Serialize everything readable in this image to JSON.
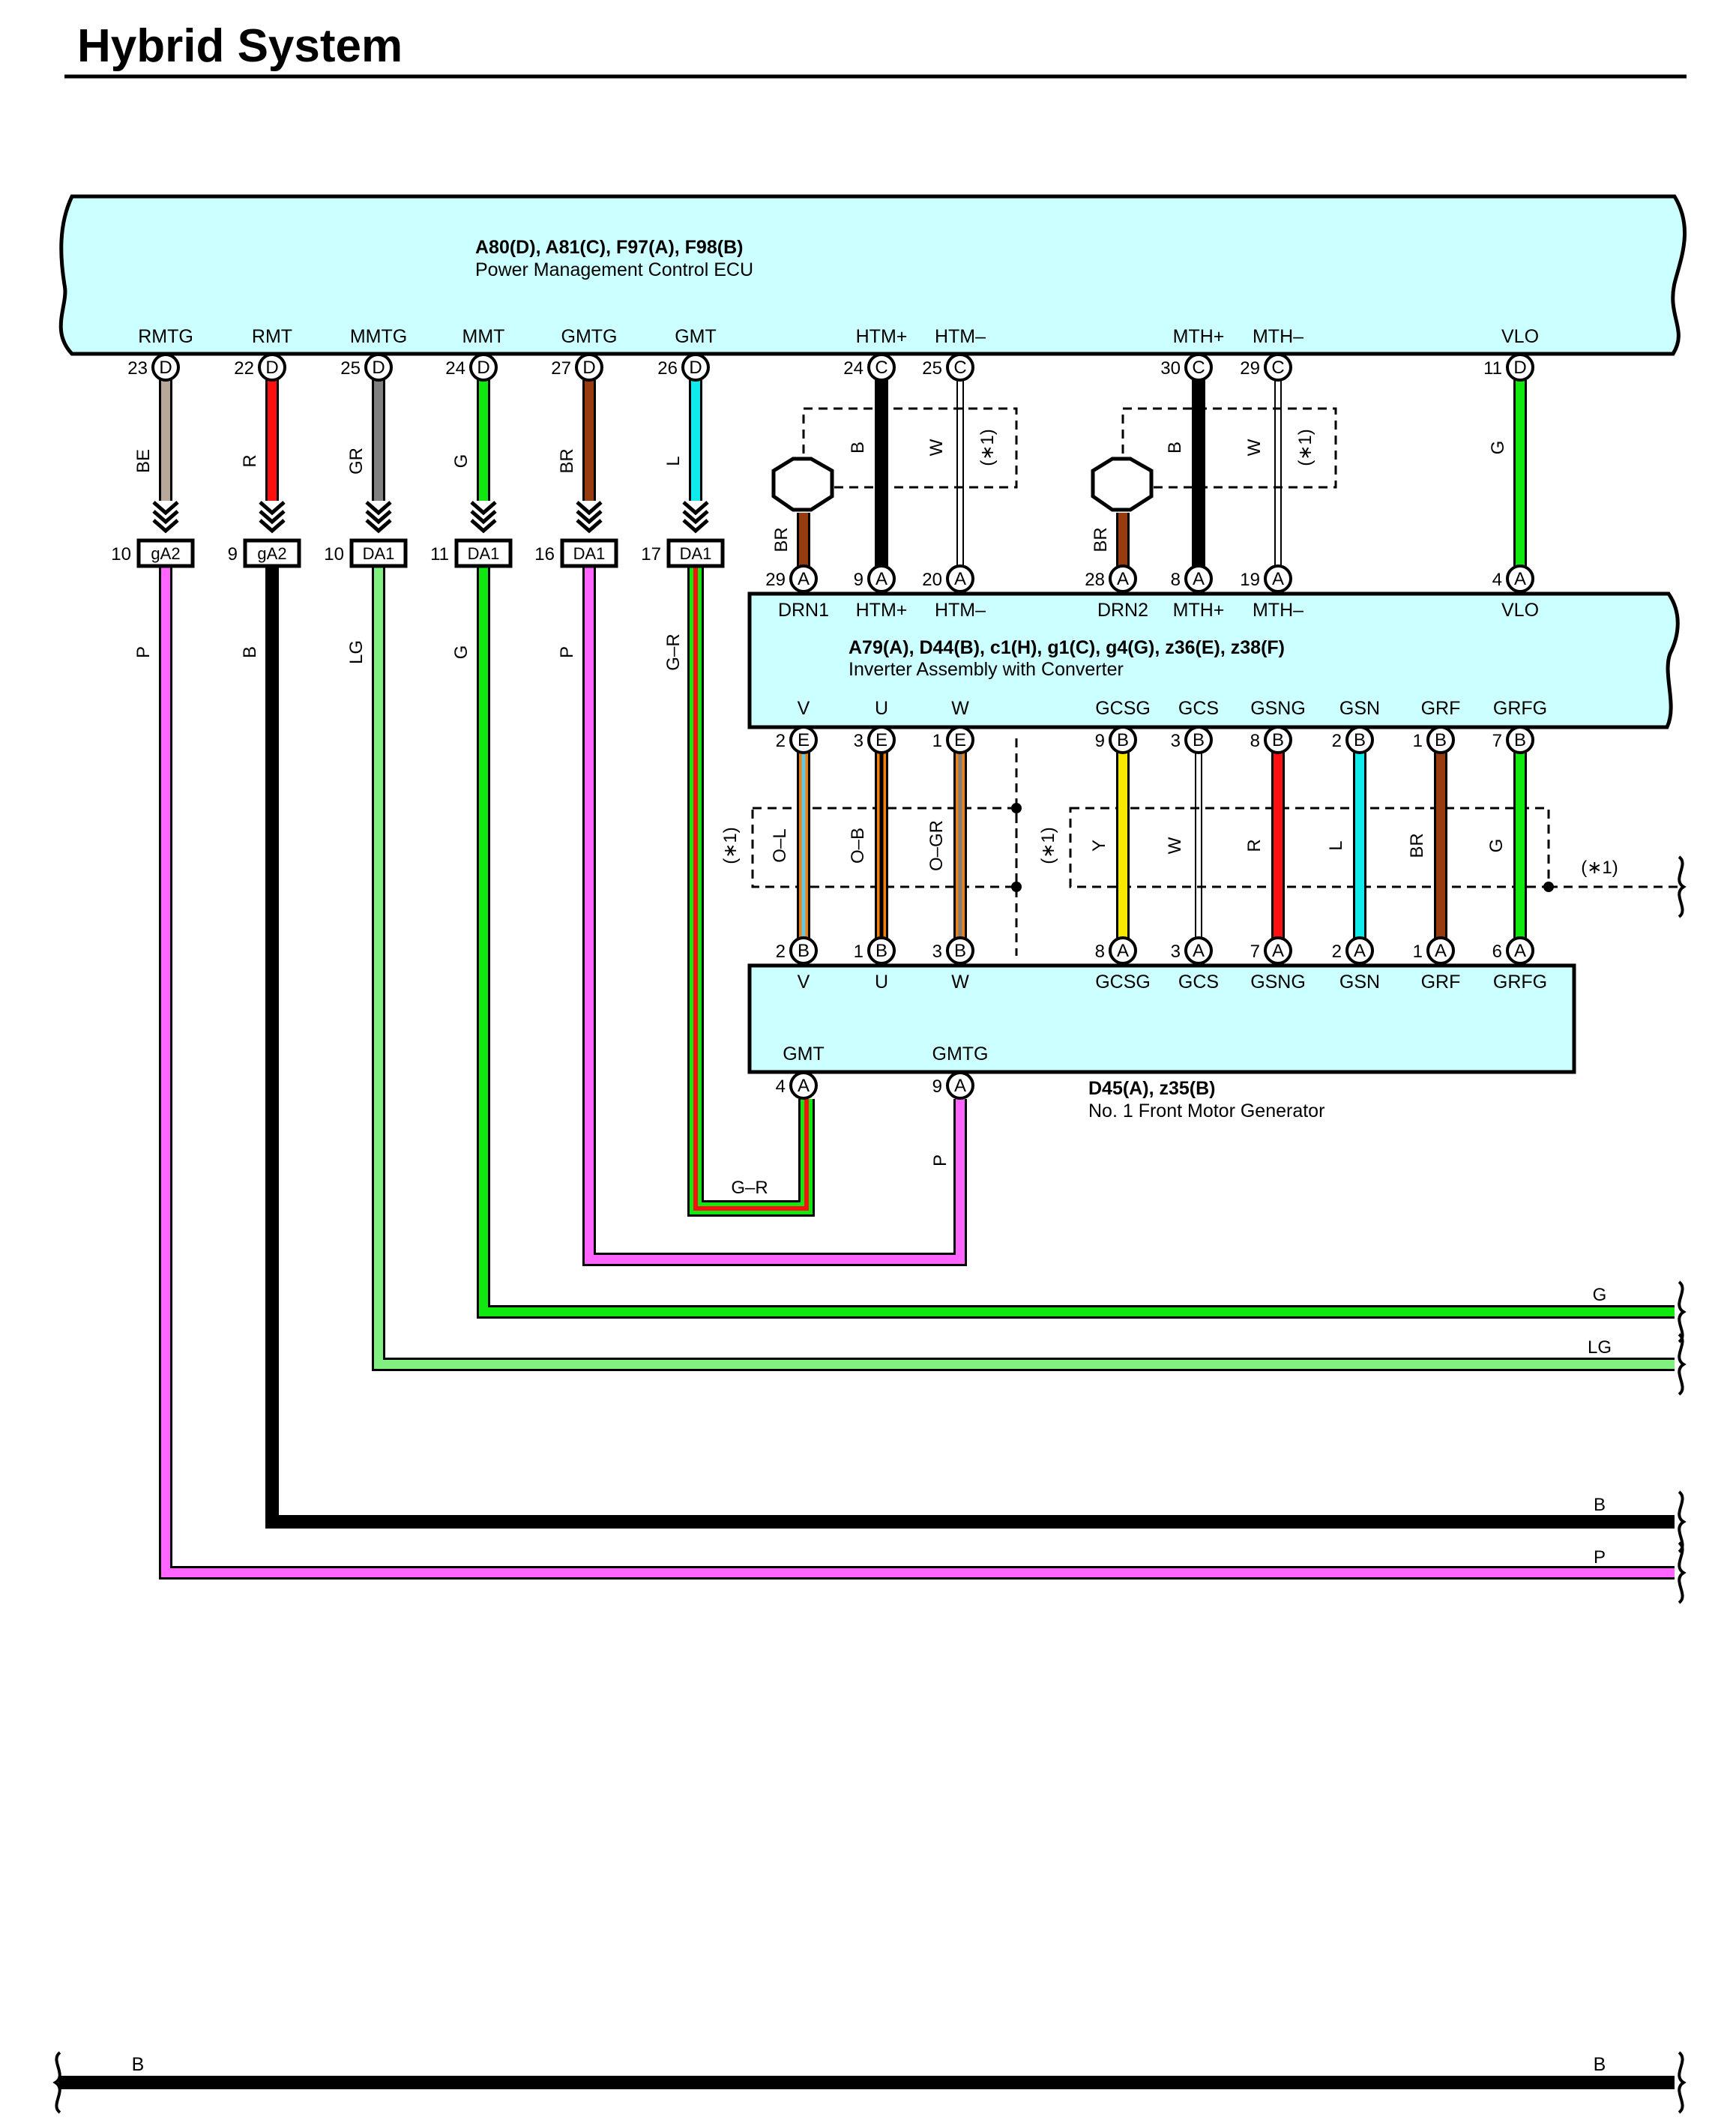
{
  "title": "Hybrid System",
  "ecu": {
    "connectors": "A80(D), A81(C), F97(A), F98(B)",
    "name": "Power Management Control ECU",
    "terminals": [
      {
        "sig": "RMTG",
        "pin": "23",
        "code": "D",
        "color": "#b7a89a",
        "wire": "BE"
      },
      {
        "sig": "RMT",
        "pin": "22",
        "code": "D",
        "color": "#ff1010",
        "wire": "R"
      },
      {
        "sig": "MMTG",
        "pin": "25",
        "code": "D",
        "color": "#808080",
        "wire": "GR"
      },
      {
        "sig": "MMT",
        "pin": "24",
        "code": "D",
        "color": "#10e810",
        "wire": "G"
      },
      {
        "sig": "GMTG",
        "pin": "27",
        "code": "D",
        "color": "#963c10",
        "wire": "BR"
      },
      {
        "sig": "GMT",
        "pin": "26",
        "code": "D",
        "color": "#10ecec",
        "wire": "L"
      },
      {
        "sig": "HTM+",
        "pin": "24",
        "code": "C",
        "color": "#000000",
        "wire": "B"
      },
      {
        "sig": "HTM–",
        "pin": "25",
        "code": "C",
        "color": "#ffffff",
        "wire": "W"
      },
      {
        "sig": "MTH+",
        "pin": "30",
        "code": "C",
        "color": "#000000",
        "wire": "B"
      },
      {
        "sig": "MTH–",
        "pin": "29",
        "code": "C",
        "color": "#ffffff",
        "wire": "W"
      },
      {
        "sig": "VLO",
        "pin": "11",
        "code": "D",
        "color": "#10e810",
        "wire": "G"
      }
    ]
  },
  "junction_connectors": [
    {
      "pin": "10",
      "code": "gA2",
      "wire": "P"
    },
    {
      "pin": "9",
      "code": "gA2",
      "wire": "B"
    },
    {
      "pin": "10",
      "code": "DA1",
      "wire": "LG"
    },
    {
      "pin": "11",
      "code": "DA1",
      "wire": "G"
    },
    {
      "pin": "16",
      "code": "DA1",
      "wire": "P"
    },
    {
      "pin": "17",
      "code": "DA1",
      "wire": "G–R"
    }
  ],
  "inverter": {
    "connectors": "A79(A), D44(B), c1(H), g1(C), g4(G), z36(E), z38(F)",
    "name": "Inverter Assembly with Converter",
    "top_terminals": [
      {
        "sig": "DRN1",
        "pin": "29",
        "code": "A",
        "wire": "BR"
      },
      {
        "sig": "HTM+",
        "pin": "9",
        "code": "A"
      },
      {
        "sig": "HTM–",
        "pin": "20",
        "code": "A"
      },
      {
        "sig": "DRN2",
        "pin": "28",
        "code": "A",
        "wire": "BR"
      },
      {
        "sig": "MTH+",
        "pin": "8",
        "code": "A"
      },
      {
        "sig": "MTH–",
        "pin": "19",
        "code": "A"
      },
      {
        "sig": "VLO",
        "pin": "4",
        "code": "A"
      }
    ],
    "bottom_terminals": [
      {
        "sig": "V",
        "pin": "2",
        "code": "E",
        "color": "#60c8e0",
        "wire": "O–L"
      },
      {
        "sig": "U",
        "pin": "3",
        "code": "E",
        "color": "#000000",
        "wire": "O–B"
      },
      {
        "sig": "W",
        "pin": "1",
        "code": "E",
        "color": "#808080",
        "wire": "O–GR"
      },
      {
        "sig": "GCSG",
        "pin": "9",
        "code": "B",
        "color": "#f8e800",
        "wire": "Y"
      },
      {
        "sig": "GCS",
        "pin": "3",
        "code": "B",
        "color": "#ffffff",
        "wire": "W"
      },
      {
        "sig": "GSNG",
        "pin": "8",
        "code": "B",
        "color": "#ff1010",
        "wire": "R"
      },
      {
        "sig": "GSN",
        "pin": "2",
        "code": "B",
        "color": "#10ecec",
        "wire": "L"
      },
      {
        "sig": "GRF",
        "pin": "1",
        "code": "B",
        "color": "#963c10",
        "wire": "BR"
      },
      {
        "sig": "GRFG",
        "pin": "7",
        "code": "B",
        "color": "#10e810",
        "wire": "G"
      }
    ]
  },
  "motor": {
    "connectors": "D45(A), z35(B)",
    "name": "No.  1 Front Motor Generator",
    "top_terminals": [
      {
        "sig": "V",
        "pin": "2",
        "code": "B"
      },
      {
        "sig": "U",
        "pin": "1",
        "code": "B"
      },
      {
        "sig": "W",
        "pin": "3",
        "code": "B"
      },
      {
        "sig": "GCSG",
        "pin": "8",
        "code": "A"
      },
      {
        "sig": "GCS",
        "pin": "3",
        "code": "A"
      },
      {
        "sig": "GSNG",
        "pin": "7",
        "code": "A"
      },
      {
        "sig": "GSN",
        "pin": "2",
        "code": "A"
      },
      {
        "sig": "GRF",
        "pin": "1",
        "code": "A"
      },
      {
        "sig": "GRFG",
        "pin": "6",
        "code": "A"
      }
    ],
    "bottom_terminals": [
      {
        "sig": "GMT",
        "pin": "4",
        "code": "A"
      },
      {
        "sig": "GMTG",
        "pin": "9",
        "code": "A",
        "wire": "P"
      }
    ]
  },
  "labels": {
    "note": "(∗1)",
    "gr_loop": "G–R",
    "wire_g": "G",
    "wire_lg": "LG",
    "wire_b": "B",
    "wire_p": "P",
    "bottom_left": "B",
    "bottom_right": "B"
  },
  "colors": {
    "ecu_fill": "#ccffff",
    "pink": "#ff66ff",
    "black": "#000000",
    "light_green": "#80f080",
    "green": "#10e810",
    "brown": "#963c10",
    "cyan": "#10ecec",
    "red": "#ff1010",
    "orange": "#f08010"
  }
}
